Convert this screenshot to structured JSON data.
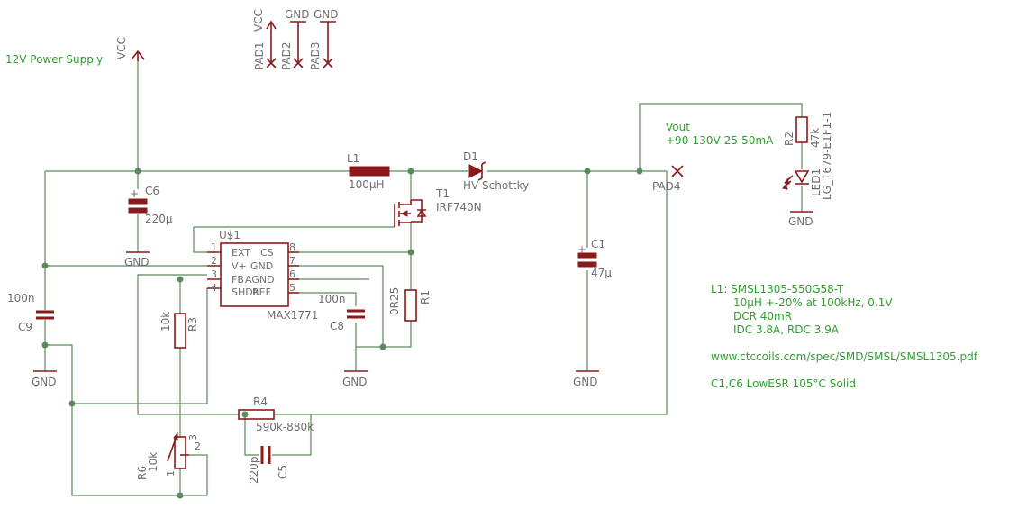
{
  "notes": {
    "supply": "12V Power Supply",
    "vout_title": "Vout",
    "vout_range": "+90-130V 25-50mA",
    "l1_line1": "L1: SMSL1305-550G58-T",
    "l1_line2": "10µH +-20% at 100kHz, 0.1V",
    "l1_line3": "DCR 40mR",
    "l1_line4": "IDC 3.8A, RDC 3.9A",
    "url": "www.ctccoils.com/spec/SMD/SMSL/SMSL1305.pdf",
    "caps": "C1,C6 LowESR 105°C Solid"
  },
  "power": {
    "vcc_main": "VCC",
    "vcc_pad1": "VCC",
    "gnd_pad2": "GND",
    "gnd_pad3": "GND",
    "gnd": "GND"
  },
  "pads": {
    "pad1": "PAD1",
    "pad2": "PAD2",
    "pad3": "PAD3",
    "pad4": "PAD4"
  },
  "components": {
    "l1": {
      "name": "L1",
      "value": "100µH"
    },
    "d1": {
      "name": "D1",
      "value": "HV Schottky"
    },
    "t1": {
      "name": "T1",
      "value": "IRF740N"
    },
    "c6": {
      "name": "C6",
      "value": "220µ"
    },
    "c1": {
      "name": "C1",
      "value": "47µ"
    },
    "c9": {
      "name": "C9",
      "value": "100n"
    },
    "c8": {
      "name": "C8",
      "value": "100n"
    },
    "r1": {
      "name": "R1",
      "value": "0R25"
    },
    "r2": {
      "name": "R2",
      "value": "47k"
    },
    "r3": {
      "name": "R3",
      "value": "10k"
    },
    "r4": {
      "name": "R4",
      "value": "590k-880k"
    },
    "r6": {
      "name": "R6",
      "value": "10k"
    },
    "c5": {
      "name": "C5",
      "value": "220p"
    },
    "led1": {
      "name": "LED1",
      "value": "LG_T679-E1F1-1"
    }
  },
  "ic": {
    "name": "U$1",
    "value": "MAX1771",
    "pins_left": [
      "EXT",
      "V+",
      "FB",
      "SHDN"
    ],
    "pins_right": [
      "CS",
      "GND",
      "AGND",
      "REF"
    ],
    "nums_left": [
      "1",
      "2",
      "3",
      "4"
    ],
    "nums_right": [
      "8",
      "7",
      "6",
      "5"
    ]
  },
  "pot_pins": {
    "p1": "1",
    "p2": "2",
    "p3": "3"
  },
  "colors": {
    "wire": "#5a8a5a",
    "symbol": "#8b1a1a",
    "label": "#6e6e6e",
    "note": "#2f9e2f"
  }
}
